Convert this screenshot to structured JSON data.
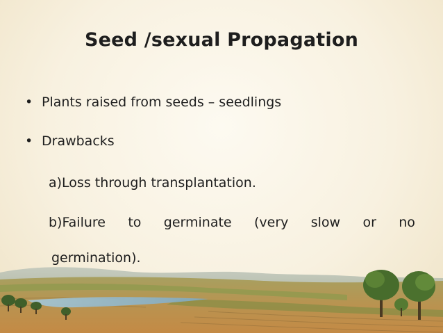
{
  "slide": {
    "title": "Seed /sexual Propagation",
    "bullets": [
      {
        "marker": "•",
        "text": "Plants raised from seeds – seedlings"
      },
      {
        "marker": "•",
        "text": "Drawbacks"
      }
    ],
    "subitems": [
      {
        "text": "a)Loss through transplantation."
      },
      {
        "words": [
          "b)Failure",
          "to",
          "germinate",
          "(very",
          "slow",
          "or",
          "no"
        ]
      },
      {
        "text": "germination)."
      }
    ]
  },
  "colors": {
    "background": "#f8f1e0",
    "text": "#1e1e1e",
    "field_green": "#9aa05a",
    "field_brown": "#b8854a",
    "water": "#8fb9d0"
  }
}
